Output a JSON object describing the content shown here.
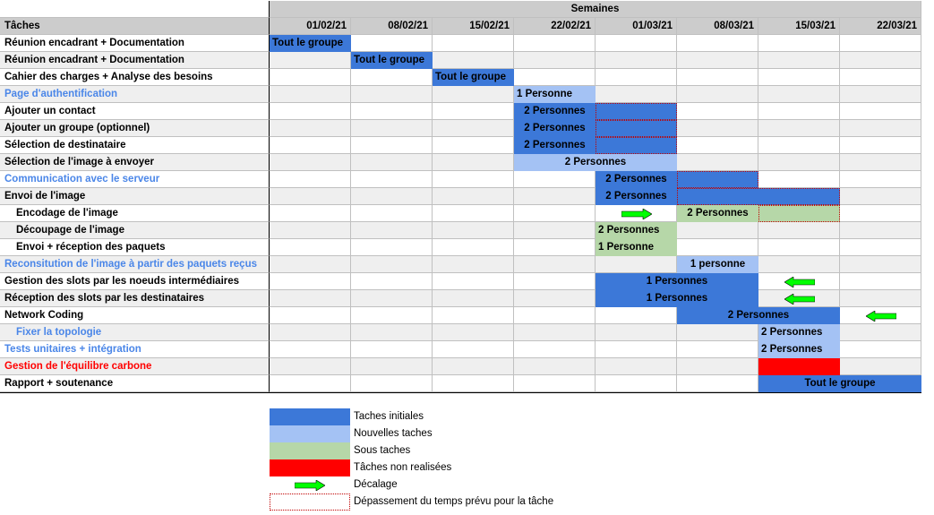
{
  "header": {
    "group_label": "Semaines",
    "task_col_label": "Tâches"
  },
  "weeks": [
    "01/02/21",
    "08/02/21",
    "15/02/21",
    "22/02/21",
    "01/03/21",
    "08/03/21",
    "15/03/21",
    "22/03/21"
  ],
  "colors": {
    "initial": "#3c78d8",
    "new": "#a4c2f4",
    "sub": "#b6d7a8",
    "not_done": "#ff0000",
    "arrow": "#00ff00",
    "blue_text": "#4a86e8",
    "red_text": "#ff0000"
  },
  "tasks": [
    {
      "label": "Réunion encadrant + Documentation",
      "color": "black",
      "bars": [
        {
          "start": 0,
          "end": 1,
          "type": "initial",
          "text": "Tout le groupe",
          "align": "left"
        }
      ]
    },
    {
      "label": "Réunion encadrant + Documentation",
      "color": "black",
      "bars": [
        {
          "start": 1,
          "end": 2,
          "type": "initial",
          "text": "Tout le groupe",
          "align": "left"
        }
      ]
    },
    {
      "label": "Cahier des charges + Analyse des besoins",
      "color": "black",
      "bars": [
        {
          "start": 2,
          "end": 3,
          "type": "initial",
          "text": "Tout le groupe",
          "align": "left"
        }
      ]
    },
    {
      "label": "Page d'authentification",
      "color": "blue",
      "bars": [
        {
          "start": 3,
          "end": 4,
          "type": "new",
          "text": "1 Personne",
          "align": "left"
        }
      ]
    },
    {
      "label": "Ajouter un contact",
      "color": "black",
      "bars": [
        {
          "start": 3,
          "end": 5,
          "type": "initial",
          "text": "2 Personnes",
          "align": "split",
          "overrun": true
        }
      ]
    },
    {
      "label": "Ajouter un groupe (optionnel)",
      "color": "black",
      "bars": [
        {
          "start": 3,
          "end": 5,
          "type": "initial",
          "text": "2 Personnes",
          "align": "split",
          "overrun": true
        }
      ]
    },
    {
      "label": "Sélection de destinataire",
      "color": "black",
      "bars": [
        {
          "start": 3,
          "end": 5,
          "type": "initial",
          "text": "2 Personnes",
          "align": "split",
          "overrun": true
        }
      ]
    },
    {
      "label": "Sélection de l'image à envoyer",
      "color": "black",
      "bars": [
        {
          "start": 3,
          "end": 5,
          "type": "new",
          "text": "2 Personnes",
          "align": "center"
        }
      ]
    },
    {
      "label": "Communication avec le serveur",
      "color": "blue",
      "bars": [
        {
          "start": 4,
          "end": 6,
          "type": "initial",
          "text": "2 Personnes",
          "align": "split",
          "overrun": true
        }
      ]
    },
    {
      "label": "Envoi de l'image",
      "color": "black",
      "bars": [
        {
          "start": 4,
          "end": 7,
          "type": "initial",
          "text": "2 Personnes",
          "align": "split",
          "overrun": true
        }
      ]
    },
    {
      "label": "Encodage de l'image",
      "color": "black",
      "indent": true,
      "bars": [
        {
          "start": 5,
          "end": 7,
          "type": "sub",
          "text": "2 Personnes",
          "align": "split",
          "overrun": true
        }
      ],
      "arrows": [
        {
          "col": 4,
          "dir": "right"
        }
      ]
    },
    {
      "label": "Découpage de l'image",
      "color": "black",
      "indent": true,
      "bars": [
        {
          "start": 4,
          "end": 5,
          "type": "sub",
          "text": "2 Personnes",
          "align": "left"
        }
      ]
    },
    {
      "label": "Envoi + réception des paquets",
      "color": "black",
      "indent": true,
      "bars": [
        {
          "start": 4,
          "end": 5,
          "type": "sub",
          "text": "1 Personne",
          "align": "left"
        }
      ]
    },
    {
      "label": "Reconsitution de l'image à partir des paquets reçus",
      "color": "blue",
      "bars": [
        {
          "start": 5,
          "end": 6,
          "type": "new",
          "text": "1 personne",
          "align": "center"
        }
      ]
    },
    {
      "label": "Gestion des slots par les noeuds intermédiaires",
      "color": "black",
      "bars": [
        {
          "start": 4,
          "end": 6,
          "type": "initial",
          "text": "1 Personnes",
          "align": "center"
        }
      ],
      "arrows": [
        {
          "col": 6,
          "dir": "left"
        }
      ]
    },
    {
      "label": "Réception des slots par les destinataires",
      "color": "black",
      "bars": [
        {
          "start": 4,
          "end": 6,
          "type": "initial",
          "text": "1 Personnes",
          "align": "center"
        }
      ],
      "arrows": [
        {
          "col": 6,
          "dir": "left"
        }
      ]
    },
    {
      "label": "Network Coding",
      "color": "black",
      "bars": [
        {
          "start": 5,
          "end": 7,
          "type": "initial",
          "text": "2 Personnes",
          "align": "center"
        }
      ],
      "arrows": [
        {
          "col": 7,
          "dir": "left"
        }
      ]
    },
    {
      "label": "Fixer la topologie",
      "color": "blue",
      "indent": true,
      "bars": [
        {
          "start": 6,
          "end": 7,
          "type": "new",
          "text": "2 Personnes",
          "align": "left"
        }
      ]
    },
    {
      "label": "Tests unitaires + intégration",
      "color": "blue",
      "bars": [
        {
          "start": 6,
          "end": 7,
          "type": "new",
          "text": "2 Personnes",
          "align": "left"
        }
      ]
    },
    {
      "label": "Gestion de l'équilibre carbone",
      "color": "red",
      "bars": [
        {
          "start": 6,
          "end": 7,
          "type": "not_done",
          "text": "",
          "align": "left"
        }
      ]
    },
    {
      "label": "Rapport + soutenance",
      "color": "black",
      "bars": [
        {
          "start": 6,
          "end": 8,
          "type": "initial",
          "text": "Tout le groupe",
          "align": "center"
        }
      ]
    }
  ],
  "legend": [
    {
      "type": "initial",
      "label": "Taches initiales"
    },
    {
      "type": "new",
      "label": "Nouvelles taches"
    },
    {
      "type": "sub",
      "label": "Sous taches"
    },
    {
      "type": "not_done",
      "label": "Tâches non realisées"
    },
    {
      "type": "arrow",
      "label": "Décalage"
    },
    {
      "type": "overrun",
      "label": "Dépassement du temps prévu pour la tâche"
    }
  ]
}
